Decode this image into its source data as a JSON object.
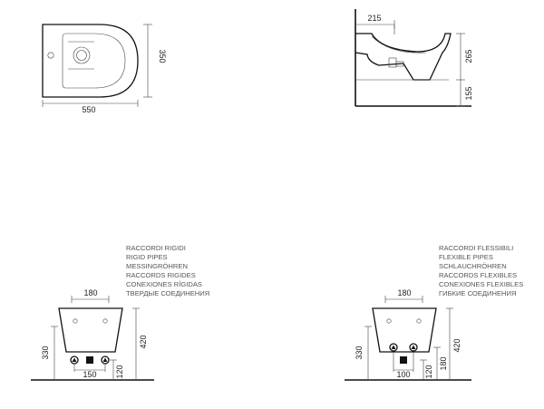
{
  "top_view": {
    "width_dim": "550",
    "depth_dim": "350"
  },
  "side_view": {
    "offset_dim": "215",
    "height_dim": "265",
    "base_dim": "155"
  },
  "rigid_view": {
    "labels": [
      "RACCORDI RIGIDI",
      "RIGID PIPES",
      "MESSINGRÖHREN",
      "RACCORDS RIGIDES",
      "CONEXIONES RÍGIDAS",
      "ТВЕРДЫЕ СОЕДИНЕНИЯ"
    ],
    "top_width_dim": "180",
    "inlet_height_dim": "330",
    "total_height_dim": "420",
    "spacing_dim": "150",
    "outlet_height_dim": "120"
  },
  "flexible_view": {
    "labels": [
      "RACCORDI FLESSIBILI",
      "FLEXIBLE PIPES",
      "SCHLAUCHRÖHREN",
      "RACCORDS FLEXIBLES",
      "CONEXIONES FLEXIBLES",
      "ГИБКИЕ СОЕДИНЕНИЯ"
    ],
    "top_width_dim": "180",
    "inlet_height_dim": "330",
    "total_height_dim": "420",
    "spacing_dim": "100",
    "outlet_height_dim": "180"
  }
}
